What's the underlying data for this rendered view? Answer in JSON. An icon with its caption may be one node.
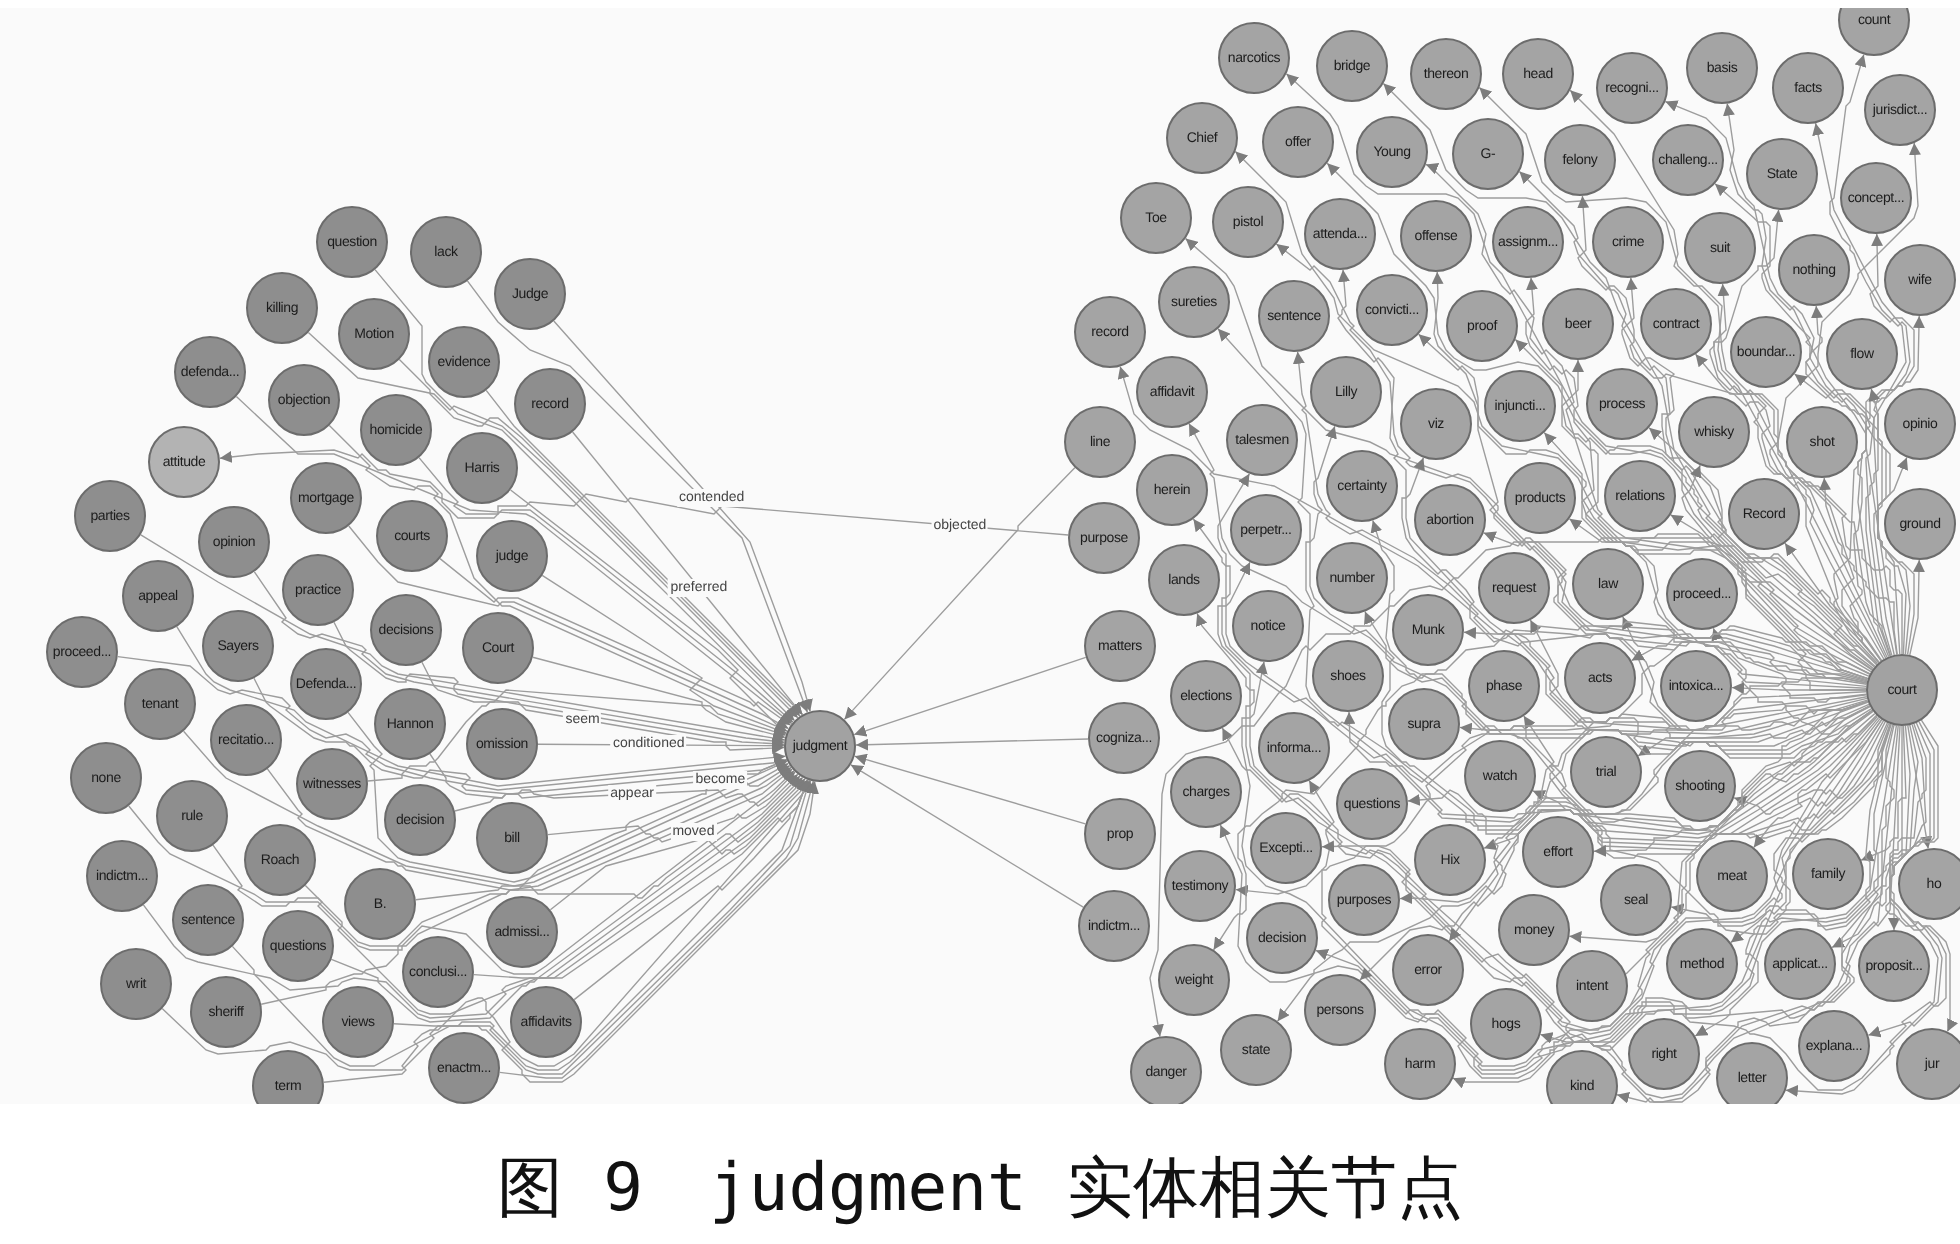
{
  "diagram": {
    "caption": "图 9　judgment 实体相关节点",
    "nodes": [
      {
        "text": [
          "question"
        ]
      },
      {
        "text": [
          "lack"
        ]
      },
      {
        "text": [
          "Judge"
        ]
      },
      {
        "text": [
          "killing"
        ]
      },
      {
        "text": [
          "Motion"
        ]
      },
      {
        "text": [
          "defenda..."
        ]
      },
      {
        "text": [
          "objection"
        ]
      },
      {
        "text": [
          "evidence"
        ]
      },
      {
        "text": [
          "record"
        ]
      },
      {
        "text": [
          "homicide"
        ]
      },
      {
        "text": [
          "Harris"
        ]
      },
      {
        "text": [
          "attitude"
        ]
      },
      {
        "text": [
          "mortgage"
        ]
      },
      {
        "text": [
          "parties"
        ]
      },
      {
        "text": [
          "courts"
        ]
      },
      {
        "text": [
          "opinion"
        ]
      },
      {
        "text": [
          "judge"
        ]
      },
      {
        "text": [
          "appeal"
        ]
      },
      {
        "text": [
          "practice"
        ]
      },
      {
        "text": [
          "decisions"
        ]
      },
      {
        "text": [
          "Court"
        ]
      },
      {
        "text": [
          "proceed..."
        ]
      },
      {
        "text": [
          "Sayers"
        ]
      },
      {
        "text": [
          "Defenda..."
        ]
      },
      {
        "text": [
          "tenant"
        ]
      },
      {
        "text": [
          "Hannon"
        ]
      },
      {
        "text": [
          "recitatio..."
        ]
      },
      {
        "text": [
          "omission"
        ]
      },
      {
        "text": [
          "none"
        ]
      },
      {
        "text": [
          "witnesses"
        ]
      },
      {
        "text": [
          "rule"
        ]
      },
      {
        "text": [
          "decision"
        ]
      },
      {
        "text": [
          "bill"
        ]
      },
      {
        "text": [
          "Roach"
        ]
      },
      {
        "text": [
          "indictm..."
        ]
      },
      {
        "text": [
          "B."
        ]
      },
      {
        "text": [
          "sentence"
        ]
      },
      {
        "text": [
          "questions"
        ]
      },
      {
        "text": [
          "admissi..."
        ]
      },
      {
        "text": [
          "writ"
        ]
      },
      {
        "text": [
          "conclusi..."
        ]
      },
      {
        "text": [
          "sheriff"
        ]
      },
      {
        "text": [
          "views"
        ]
      },
      {
        "text": [
          "affidavits"
        ]
      },
      {
        "text": [
          "enactm..."
        ]
      },
      {
        "text": [
          "term"
        ]
      },
      {
        "text": [
          "judgment"
        ]
      },
      {
        "text": [
          "narcotics"
        ]
      },
      {
        "text": [
          "bridge"
        ]
      },
      {
        "text": [
          "thereon"
        ]
      },
      {
        "text": [
          "head"
        ]
      },
      {
        "text": [
          "recogni..."
        ]
      },
      {
        "text": [
          "basis"
        ]
      },
      {
        "text": [
          "facts"
        ]
      },
      {
        "text": [
          "count"
        ]
      },
      {
        "text": [
          "jurisdict..."
        ]
      },
      {
        "text": [
          "Chief"
        ]
      },
      {
        "text": [
          "offer"
        ]
      },
      {
        "text": [
          "Young"
        ]
      },
      {
        "text": [
          "G-"
        ]
      },
      {
        "text": [
          "felony"
        ]
      },
      {
        "text": [
          "challeng..."
        ]
      },
      {
        "text": [
          "State"
        ]
      },
      {
        "text": [
          "concept..."
        ]
      },
      {
        "text": [
          "Toe"
        ]
      },
      {
        "text": [
          "pistol"
        ]
      },
      {
        "text": [
          "attenda..."
        ]
      },
      {
        "text": [
          "offense"
        ]
      },
      {
        "text": [
          "assignm..."
        ]
      },
      {
        "text": [
          "crime"
        ]
      },
      {
        "text": [
          "suit"
        ]
      },
      {
        "text": [
          "nothing"
        ]
      },
      {
        "text": [
          "wife"
        ]
      },
      {
        "text": [
          "record"
        ]
      },
      {
        "text": [
          "sureties"
        ]
      },
      {
        "text": [
          "sentence"
        ]
      },
      {
        "text": [
          "convicti..."
        ]
      },
      {
        "text": [
          "proof"
        ]
      },
      {
        "text": [
          "beer"
        ]
      },
      {
        "text": [
          "contract"
        ]
      },
      {
        "text": [
          "boundar..."
        ]
      },
      {
        "text": [
          "flow"
        ]
      },
      {
        "text": [
          "affidavit"
        ]
      },
      {
        "text": [
          "Lilly"
        ]
      },
      {
        "text": [
          "viz"
        ]
      },
      {
        "text": [
          "injuncti..."
        ]
      },
      {
        "text": [
          "process"
        ]
      },
      {
        "text": [
          "whisky"
        ]
      },
      {
        "text": [
          "shot"
        ]
      },
      {
        "text": [
          "opinio"
        ]
      },
      {
        "text": [
          "line"
        ]
      },
      {
        "text": [
          "talesmen"
        ]
      },
      {
        "text": [
          "herein"
        ]
      },
      {
        "text": [
          "certainty"
        ]
      },
      {
        "text": [
          "abortion"
        ]
      },
      {
        "text": [
          "products"
        ]
      },
      {
        "text": [
          "relations"
        ]
      },
      {
        "text": [
          "Record"
        ]
      },
      {
        "text": [
          "ground"
        ]
      },
      {
        "text": [
          "purpose"
        ]
      },
      {
        "text": [
          "perpetr..."
        ]
      },
      {
        "text": [
          "lands"
        ]
      },
      {
        "text": [
          "number"
        ]
      },
      {
        "text": [
          "request"
        ]
      },
      {
        "text": [
          "law"
        ]
      },
      {
        "text": [
          "proceed..."
        ]
      },
      {
        "text": [
          "notice"
        ]
      },
      {
        "text": [
          "Munk"
        ]
      },
      {
        "text": [
          "matters"
        ]
      },
      {
        "text": [
          "elections"
        ]
      },
      {
        "text": [
          "shoes"
        ]
      },
      {
        "text": [
          "phase"
        ]
      },
      {
        "text": [
          "acts"
        ]
      },
      {
        "text": [
          "intoxica..."
        ]
      },
      {
        "text": [
          "cogniza..."
        ]
      },
      {
        "text": [
          "informa..."
        ]
      },
      {
        "text": [
          "supra"
        ]
      },
      {
        "text": [
          "watch"
        ]
      },
      {
        "text": [
          "trial"
        ]
      },
      {
        "text": [
          "shooting"
        ]
      },
      {
        "text": [
          "charges"
        ]
      },
      {
        "text": [
          "questions"
        ]
      },
      {
        "text": [
          "prop"
        ]
      },
      {
        "text": [
          "Excepti..."
        ]
      },
      {
        "text": [
          "Hix"
        ]
      },
      {
        "text": [
          "effort"
        ]
      },
      {
        "text": [
          "testimony"
        ]
      },
      {
        "text": [
          "purposes"
        ]
      },
      {
        "text": [
          "seal"
        ]
      },
      {
        "text": [
          "meat"
        ]
      },
      {
        "text": [
          "family"
        ]
      },
      {
        "text": [
          "ho"
        ]
      },
      {
        "text": [
          "indictm..."
        ]
      },
      {
        "text": [
          "decision"
        ]
      },
      {
        "text": [
          "money"
        ]
      },
      {
        "text": [
          "error"
        ]
      },
      {
        "text": [
          "intent"
        ]
      },
      {
        "text": [
          "method"
        ]
      },
      {
        "text": [
          "applicat..."
        ]
      },
      {
        "text": [
          "proposit..."
        ]
      },
      {
        "text": [
          "weight"
        ]
      },
      {
        "text": [
          "persons"
        ]
      },
      {
        "text": [
          "hogs"
        ]
      },
      {
        "text": [
          "state"
        ]
      },
      {
        "text": [
          "right"
        ]
      },
      {
        "text": [
          "explana..."
        ]
      },
      {
        "text": [
          "danger"
        ]
      },
      {
        "text": [
          "harm"
        ]
      },
      {
        "text": [
          "kind"
        ]
      },
      {
        "text": [
          "letter"
        ]
      },
      {
        "text": [
          "jur"
        ]
      },
      {
        "text": [
          "court"
        ]
      }
    ],
    "edges": [
      {
        "from": 0,
        "to": 46,
        "arrow": "to"
      },
      {
        "from": 1,
        "to": 46,
        "arrow": "to"
      },
      {
        "from": 2,
        "to": 46,
        "arrow": "to",
        "label": "contended"
      },
      {
        "from": 3,
        "to": 46,
        "arrow": "to"
      },
      {
        "from": 4,
        "to": 46,
        "arrow": "to"
      },
      {
        "from": 5,
        "to": 46,
        "arrow": "to"
      },
      {
        "from": 6,
        "to": 46,
        "arrow": "to"
      },
      {
        "from": 7,
        "to": 46,
        "arrow": "to"
      },
      {
        "from": 8,
        "to": 46,
        "arrow": "to",
        "label": "preferred"
      },
      {
        "from": 9,
        "to": 46,
        "arrow": "to"
      },
      {
        "from": 10,
        "to": 46,
        "arrow": "to"
      },
      {
        "from": 12,
        "to": 46,
        "arrow": "to"
      },
      {
        "from": 13,
        "to": 46,
        "arrow": "to"
      },
      {
        "from": 14,
        "to": 46,
        "arrow": "to"
      },
      {
        "from": 15,
        "to": 46,
        "arrow": "to"
      },
      {
        "from": 16,
        "to": 46,
        "arrow": "to"
      },
      {
        "from": 17,
        "to": 46,
        "arrow": "to"
      },
      {
        "from": 18,
        "to": 46,
        "arrow": "to"
      },
      {
        "from": 19,
        "to": 46,
        "arrow": "to"
      },
      {
        "from": 20,
        "to": 46,
        "arrow": "to"
      },
      {
        "from": 21,
        "to": 46,
        "arrow": "to"
      },
      {
        "from": 22,
        "to": 46,
        "arrow": "to"
      },
      {
        "from": 23,
        "to": 46,
        "arrow": "to"
      },
      {
        "from": 24,
        "to": 46,
        "arrow": "to"
      },
      {
        "from": 25,
        "to": 46,
        "arrow": "to",
        "label": "become"
      },
      {
        "from": 26,
        "to": 46,
        "arrow": "to"
      },
      {
        "from": 27,
        "to": 46,
        "arrow": "to",
        "label": "conditioned"
      },
      {
        "from": 28,
        "to": 46,
        "arrow": "to"
      },
      {
        "from": 29,
        "to": 46,
        "arrow": "to",
        "label": "seem"
      },
      {
        "from": 30,
        "to": 46,
        "arrow": "to"
      },
      {
        "from": 31,
        "to": 46,
        "arrow": "to",
        "label": "appear"
      },
      {
        "from": 32,
        "to": 46,
        "arrow": "to",
        "label": "moved"
      },
      {
        "from": 33,
        "to": 46,
        "arrow": "to"
      },
      {
        "from": 34,
        "to": 46,
        "arrow": "to"
      },
      {
        "from": 35,
        "to": 46,
        "arrow": "to"
      },
      {
        "from": 36,
        "to": 46,
        "arrow": "to"
      },
      {
        "from": 37,
        "to": 46,
        "arrow": "to"
      },
      {
        "from": 38,
        "to": 46,
        "arrow": "to"
      },
      {
        "from": 39,
        "to": 46,
        "arrow": "to"
      },
      {
        "from": 40,
        "to": 46,
        "arrow": "to"
      },
      {
        "from": 41,
        "to": 46,
        "arrow": "to"
      },
      {
        "from": 42,
        "to": 46,
        "arrow": "to"
      },
      {
        "from": 43,
        "to": 46,
        "arrow": "to"
      },
      {
        "from": 44,
        "to": 46,
        "arrow": "to"
      },
      {
        "from": 45,
        "to": 46,
        "arrow": "to"
      },
      {
        "from": 99,
        "to": 11,
        "arrow": "to",
        "label": "objected"
      },
      {
        "from": 90,
        "to": 46,
        "arrow": "to"
      },
      {
        "from": 108,
        "to": 46,
        "arrow": "to"
      },
      {
        "from": 114,
        "to": 46,
        "arrow": "to"
      },
      {
        "from": 122,
        "to": 46,
        "arrow": "to"
      },
      {
        "from": 132,
        "to": 46,
        "arrow": "to"
      },
      {
        "from": 151,
        "to": 47,
        "arrow": "to"
      },
      {
        "from": 151,
        "to": 48,
        "arrow": "to"
      },
      {
        "from": 151,
        "to": 49,
        "arrow": "to"
      },
      {
        "from": 151,
        "to": 50,
        "arrow": "to"
      },
      {
        "from": 151,
        "to": 51,
        "arrow": "to"
      },
      {
        "from": 151,
        "to": 52,
        "arrow": "to"
      },
      {
        "from": 151,
        "to": 53,
        "arrow": "to"
      },
      {
        "from": 151,
        "to": 54,
        "arrow": "to"
      },
      {
        "from": 151,
        "to": 55,
        "arrow": "to"
      },
      {
        "from": 151,
        "to": 56,
        "arrow": "to"
      },
      {
        "from": 151,
        "to": 57,
        "arrow": "to"
      },
      {
        "from": 151,
        "to": 58,
        "arrow": "to"
      },
      {
        "from": 151,
        "to": 59,
        "arrow": "to"
      },
      {
        "from": 151,
        "to": 60,
        "arrow": "to"
      },
      {
        "from": 151,
        "to": 61,
        "arrow": "to"
      },
      {
        "from": 151,
        "to": 62,
        "arrow": "to"
      },
      {
        "from": 151,
        "to": 63,
        "arrow": "to"
      },
      {
        "from": 151,
        "to": 64,
        "arrow": "to"
      },
      {
        "from": 151,
        "to": 65,
        "arrow": "to"
      },
      {
        "from": 151,
        "to": 66,
        "arrow": "to"
      },
      {
        "from": 151,
        "to": 67,
        "arrow": "to"
      },
      {
        "from": 151,
        "to": 68,
        "arrow": "to"
      },
      {
        "from": 151,
        "to": 69,
        "arrow": "to"
      },
      {
        "from": 151,
        "to": 70,
        "arrow": "to"
      },
      {
        "from": 151,
        "to": 71,
        "arrow": "to"
      },
      {
        "from": 151,
        "to": 72,
        "arrow": "to"
      },
      {
        "from": 151,
        "to": 73,
        "arrow": "to"
      },
      {
        "from": 151,
        "to": 74,
        "arrow": "to"
      },
      {
        "from": 151,
        "to": 75,
        "arrow": "to"
      },
      {
        "from": 151,
        "to": 76,
        "arrow": "to"
      },
      {
        "from": 151,
        "to": 77,
        "arrow": "to"
      },
      {
        "from": 151,
        "to": 78,
        "arrow": "to"
      },
      {
        "from": 151,
        "to": 79,
        "arrow": "to"
      },
      {
        "from": 151,
        "to": 80,
        "arrow": "to"
      },
      {
        "from": 151,
        "to": 81,
        "arrow": "to"
      },
      {
        "from": 151,
        "to": 82,
        "arrow": "to"
      },
      {
        "from": 151,
        "to": 83,
        "arrow": "to"
      },
      {
        "from": 151,
        "to": 84,
        "arrow": "to"
      },
      {
        "from": 151,
        "to": 85,
        "arrow": "to"
      },
      {
        "from": 151,
        "to": 86,
        "arrow": "to"
      },
      {
        "from": 151,
        "to": 87,
        "arrow": "to"
      },
      {
        "from": 151,
        "to": 88,
        "arrow": "to"
      },
      {
        "from": 151,
        "to": 89,
        "arrow": "to"
      },
      {
        "from": 151,
        "to": 91,
        "arrow": "to"
      },
      {
        "from": 151,
        "to": 92,
        "arrow": "to"
      },
      {
        "from": 151,
        "to": 93,
        "arrow": "to"
      },
      {
        "from": 151,
        "to": 94,
        "arrow": "to"
      },
      {
        "from": 151,
        "to": 95,
        "arrow": "to"
      },
      {
        "from": 151,
        "to": 96,
        "arrow": "to"
      },
      {
        "from": 151,
        "to": 97,
        "arrow": "to"
      },
      {
        "from": 151,
        "to": 98,
        "arrow": "to"
      },
      {
        "from": 151,
        "to": 100,
        "arrow": "to"
      },
      {
        "from": 151,
        "to": 101,
        "arrow": "to"
      },
      {
        "from": 151,
        "to": 102,
        "arrow": "to"
      },
      {
        "from": 151,
        "to": 103,
        "arrow": "to"
      },
      {
        "from": 151,
        "to": 104,
        "arrow": "to"
      },
      {
        "from": 151,
        "to": 105,
        "arrow": "to"
      },
      {
        "from": 151,
        "to": 106,
        "arrow": "to"
      },
      {
        "from": 151,
        "to": 107,
        "arrow": "to"
      },
      {
        "from": 151,
        "to": 109,
        "arrow": "to"
      },
      {
        "from": 151,
        "to": 110,
        "arrow": "to"
      },
      {
        "from": 151,
        "to": 111,
        "arrow": "to"
      },
      {
        "from": 151,
        "to": 112,
        "arrow": "to"
      },
      {
        "from": 151,
        "to": 113,
        "arrow": "to"
      },
      {
        "from": 151,
        "to": 115,
        "arrow": "to"
      },
      {
        "from": 151,
        "to": 116,
        "arrow": "to"
      },
      {
        "from": 151,
        "to": 117,
        "arrow": "to"
      },
      {
        "from": 151,
        "to": 118,
        "arrow": "to"
      },
      {
        "from": 151,
        "to": 119,
        "arrow": "to"
      },
      {
        "from": 151,
        "to": 120,
        "arrow": "to"
      },
      {
        "from": 151,
        "to": 121,
        "arrow": "to"
      },
      {
        "from": 151,
        "to": 123,
        "arrow": "to"
      },
      {
        "from": 151,
        "to": 124,
        "arrow": "to"
      },
      {
        "from": 151,
        "to": 125,
        "arrow": "to"
      },
      {
        "from": 151,
        "to": 126,
        "arrow": "to"
      },
      {
        "from": 151,
        "to": 127,
        "arrow": "to"
      },
      {
        "from": 151,
        "to": 128,
        "arrow": "to"
      },
      {
        "from": 151,
        "to": 129,
        "arrow": "to"
      },
      {
        "from": 151,
        "to": 130,
        "arrow": "to"
      },
      {
        "from": 151,
        "to": 131,
        "arrow": "to"
      },
      {
        "from": 151,
        "to": 133,
        "arrow": "to"
      },
      {
        "from": 151,
        "to": 134,
        "arrow": "to"
      },
      {
        "from": 151,
        "to": 135,
        "arrow": "to"
      },
      {
        "from": 151,
        "to": 136,
        "arrow": "to"
      },
      {
        "from": 151,
        "to": 137,
        "arrow": "to"
      },
      {
        "from": 151,
        "to": 138,
        "arrow": "to"
      },
      {
        "from": 151,
        "to": 139,
        "arrow": "to"
      },
      {
        "from": 151,
        "to": 140,
        "arrow": "to"
      },
      {
        "from": 151,
        "to": 141,
        "arrow": "to"
      },
      {
        "from": 151,
        "to": 142,
        "arrow": "to"
      },
      {
        "from": 151,
        "to": 143,
        "arrow": "to"
      },
      {
        "from": 151,
        "to": 144,
        "arrow": "to"
      },
      {
        "from": 151,
        "to": 145,
        "arrow": "to"
      },
      {
        "from": 151,
        "to": 146,
        "arrow": "to"
      },
      {
        "from": 151,
        "to": 147,
        "arrow": "to"
      },
      {
        "from": 151,
        "to": 148,
        "arrow": "to"
      },
      {
        "from": 151,
        "to": 149,
        "arrow": "to"
      },
      {
        "from": 151,
        "to": 150,
        "arrow": "to"
      }
    ]
  }
}
